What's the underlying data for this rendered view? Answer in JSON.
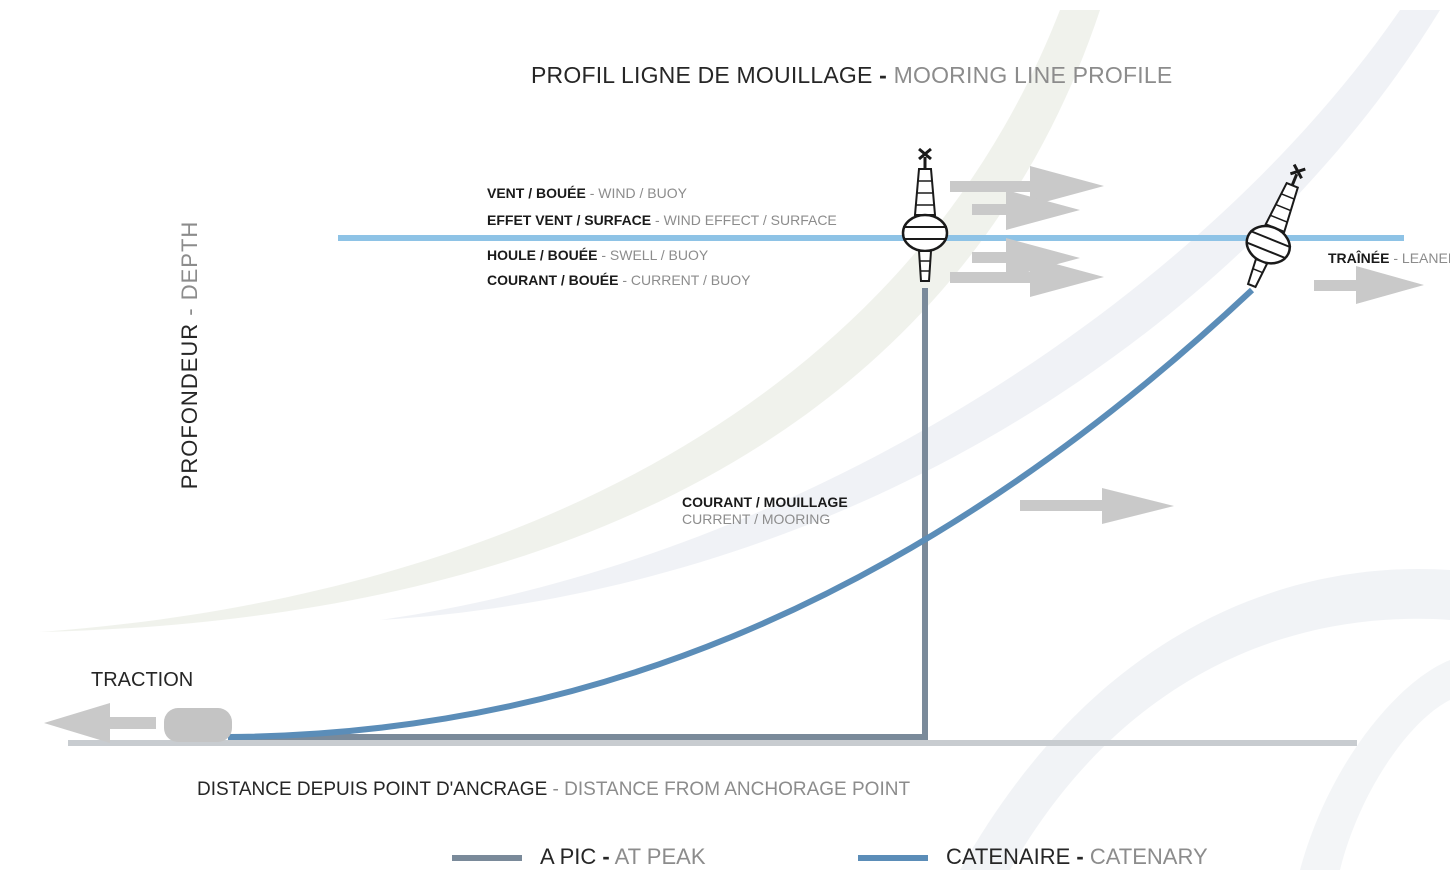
{
  "title": {
    "fr": "PROFIL LIGNE DE MOUILLAGE",
    "sep": "-",
    "en": "MOORING LINE PROFILE"
  },
  "forces": [
    {
      "fr": "VENT / BOUÉE",
      "sep": "-",
      "en": "WIND / BUOY"
    },
    {
      "fr": "EFFET VENT / SURFACE",
      "sep": "-",
      "en": "WIND EFFECT / SURFACE"
    },
    {
      "fr": "HOULE / BOUÉE",
      "sep": "-",
      "en": "SWELL / BUOY"
    },
    {
      "fr": "COURANT / BOUÉE",
      "sep": "-",
      "en": "CURRENT / BUOY"
    }
  ],
  "current_mooring": {
    "fr": "COURANT / MOUILLAGE",
    "en": "CURRENT / MOORING"
  },
  "leaned": {
    "fr": "TRAÎNÉE",
    "sep": "-",
    "en": "LEANED"
  },
  "traction": "TRACTION",
  "x_axis": {
    "fr": "DISTANCE DEPUIS POINT D'ANCRAGE",
    "sep": "-",
    "en": "DISTANCE FROM ANCHORAGE POINT"
  },
  "y_axis": {
    "fr": "PROFONDEUR",
    "sep": "-",
    "en": "DEPTH"
  },
  "legend": [
    {
      "fr": "A PIC",
      "sep": "-",
      "en": "AT PEAK",
      "color": "#7a8a9a"
    },
    {
      "fr": "CATENAIRE",
      "sep": "-",
      "en": "CATENARY",
      "color": "#5b8db8"
    }
  ],
  "colors": {
    "surface": "#8ec3e6",
    "seabed": "#c8ccd0",
    "at_peak_line": "#7a8a9a",
    "catenary_line": "#5b8db8",
    "arrows": "#c9c9c9",
    "anchor": "#c4c4c4"
  }
}
